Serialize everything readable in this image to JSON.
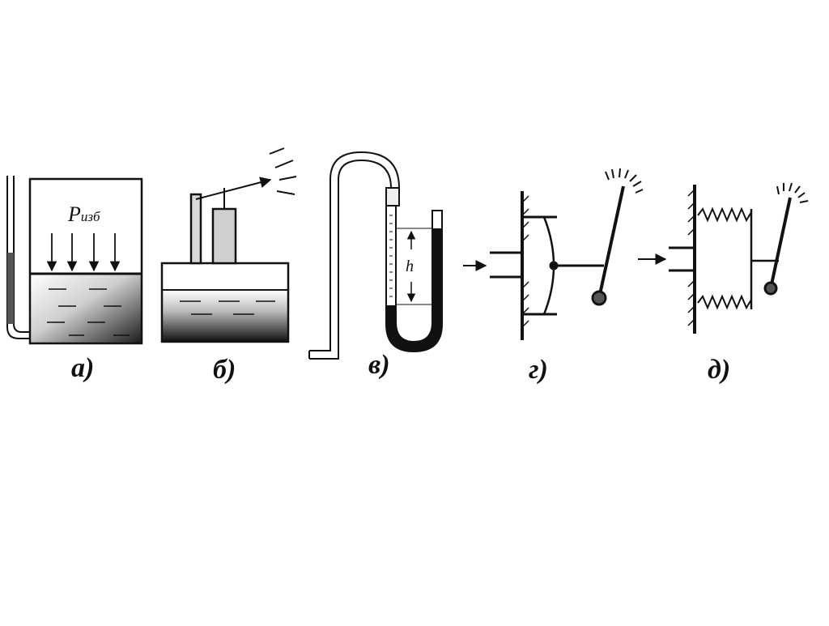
{
  "panels": {
    "a": {
      "label": "а)",
      "pressure_symbol": "P",
      "pressure_subscript": "изб"
    },
    "b": {
      "label": "б)"
    },
    "v": {
      "label": "в)",
      "height_symbol": "h"
    },
    "g": {
      "label": "г)"
    },
    "d": {
      "label": "д)"
    }
  },
  "colors": {
    "ink": "#111111",
    "background": "#ffffff",
    "liquid_dark": "#111111",
    "liquid_light": "#ffffff"
  }
}
